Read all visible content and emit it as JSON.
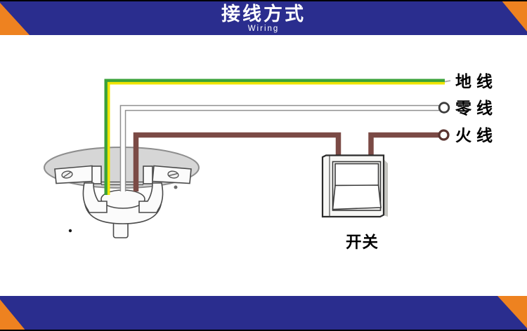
{
  "header": {
    "title": "接线方式",
    "subtitle": "Wiring"
  },
  "labels": {
    "ground": "地线",
    "neutral": "零线",
    "live": "火线",
    "switch": "开关"
  },
  "colors": {
    "banner_blue": "#2a2d8e",
    "banner_orange": "#ee8220",
    "edge_black": "#000000",
    "body_bg": "#ffffff",
    "text_dark": "#000000",
    "ground_green": "#3aa23a",
    "ground_yellow": "#efe400",
    "neutral_fill": "#ffffff",
    "neutral_outline": "#8f8f8f",
    "neutral_ring": "#3d3d3d",
    "live_brown": "#7b4a45",
    "live_ring": "#5a3430",
    "lamp_gray": "#d6d6d6",
    "lamp_outline": "#4a4a4a",
    "switch_outline": "#2b2b2b",
    "switch_side": "#c4c4bf"
  }
}
